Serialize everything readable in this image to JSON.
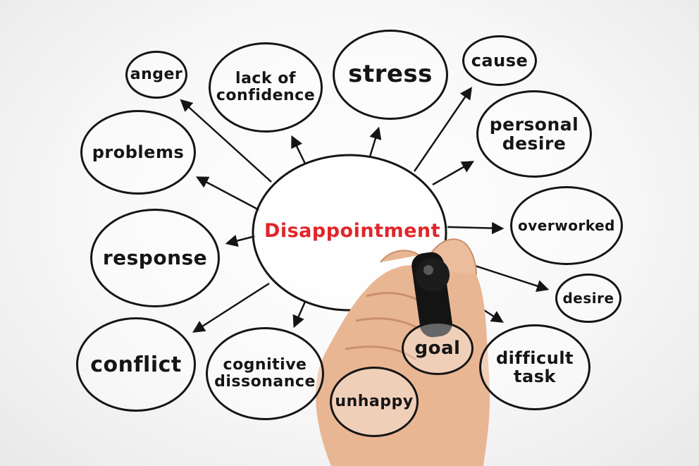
{
  "center": {
    "label": "Disappointment",
    "color": "#e0262a"
  },
  "nodes": {
    "anger": "anger",
    "lack_of_confidence": "lack of confidence",
    "stress": "stress",
    "cause": "cause",
    "personal_desire": "personal desire",
    "problems": "problems",
    "overworked": "overworked",
    "response": "response",
    "desire": "desire",
    "conflict": "conflict",
    "cognitive_dissonance": "cognitive dissonance",
    "unhappy": "unhappy",
    "goal": "goal",
    "difficult_task": "difficult task"
  },
  "colors": {
    "ink": "#151515",
    "skin": "#e9b694",
    "marker": "#141414"
  }
}
